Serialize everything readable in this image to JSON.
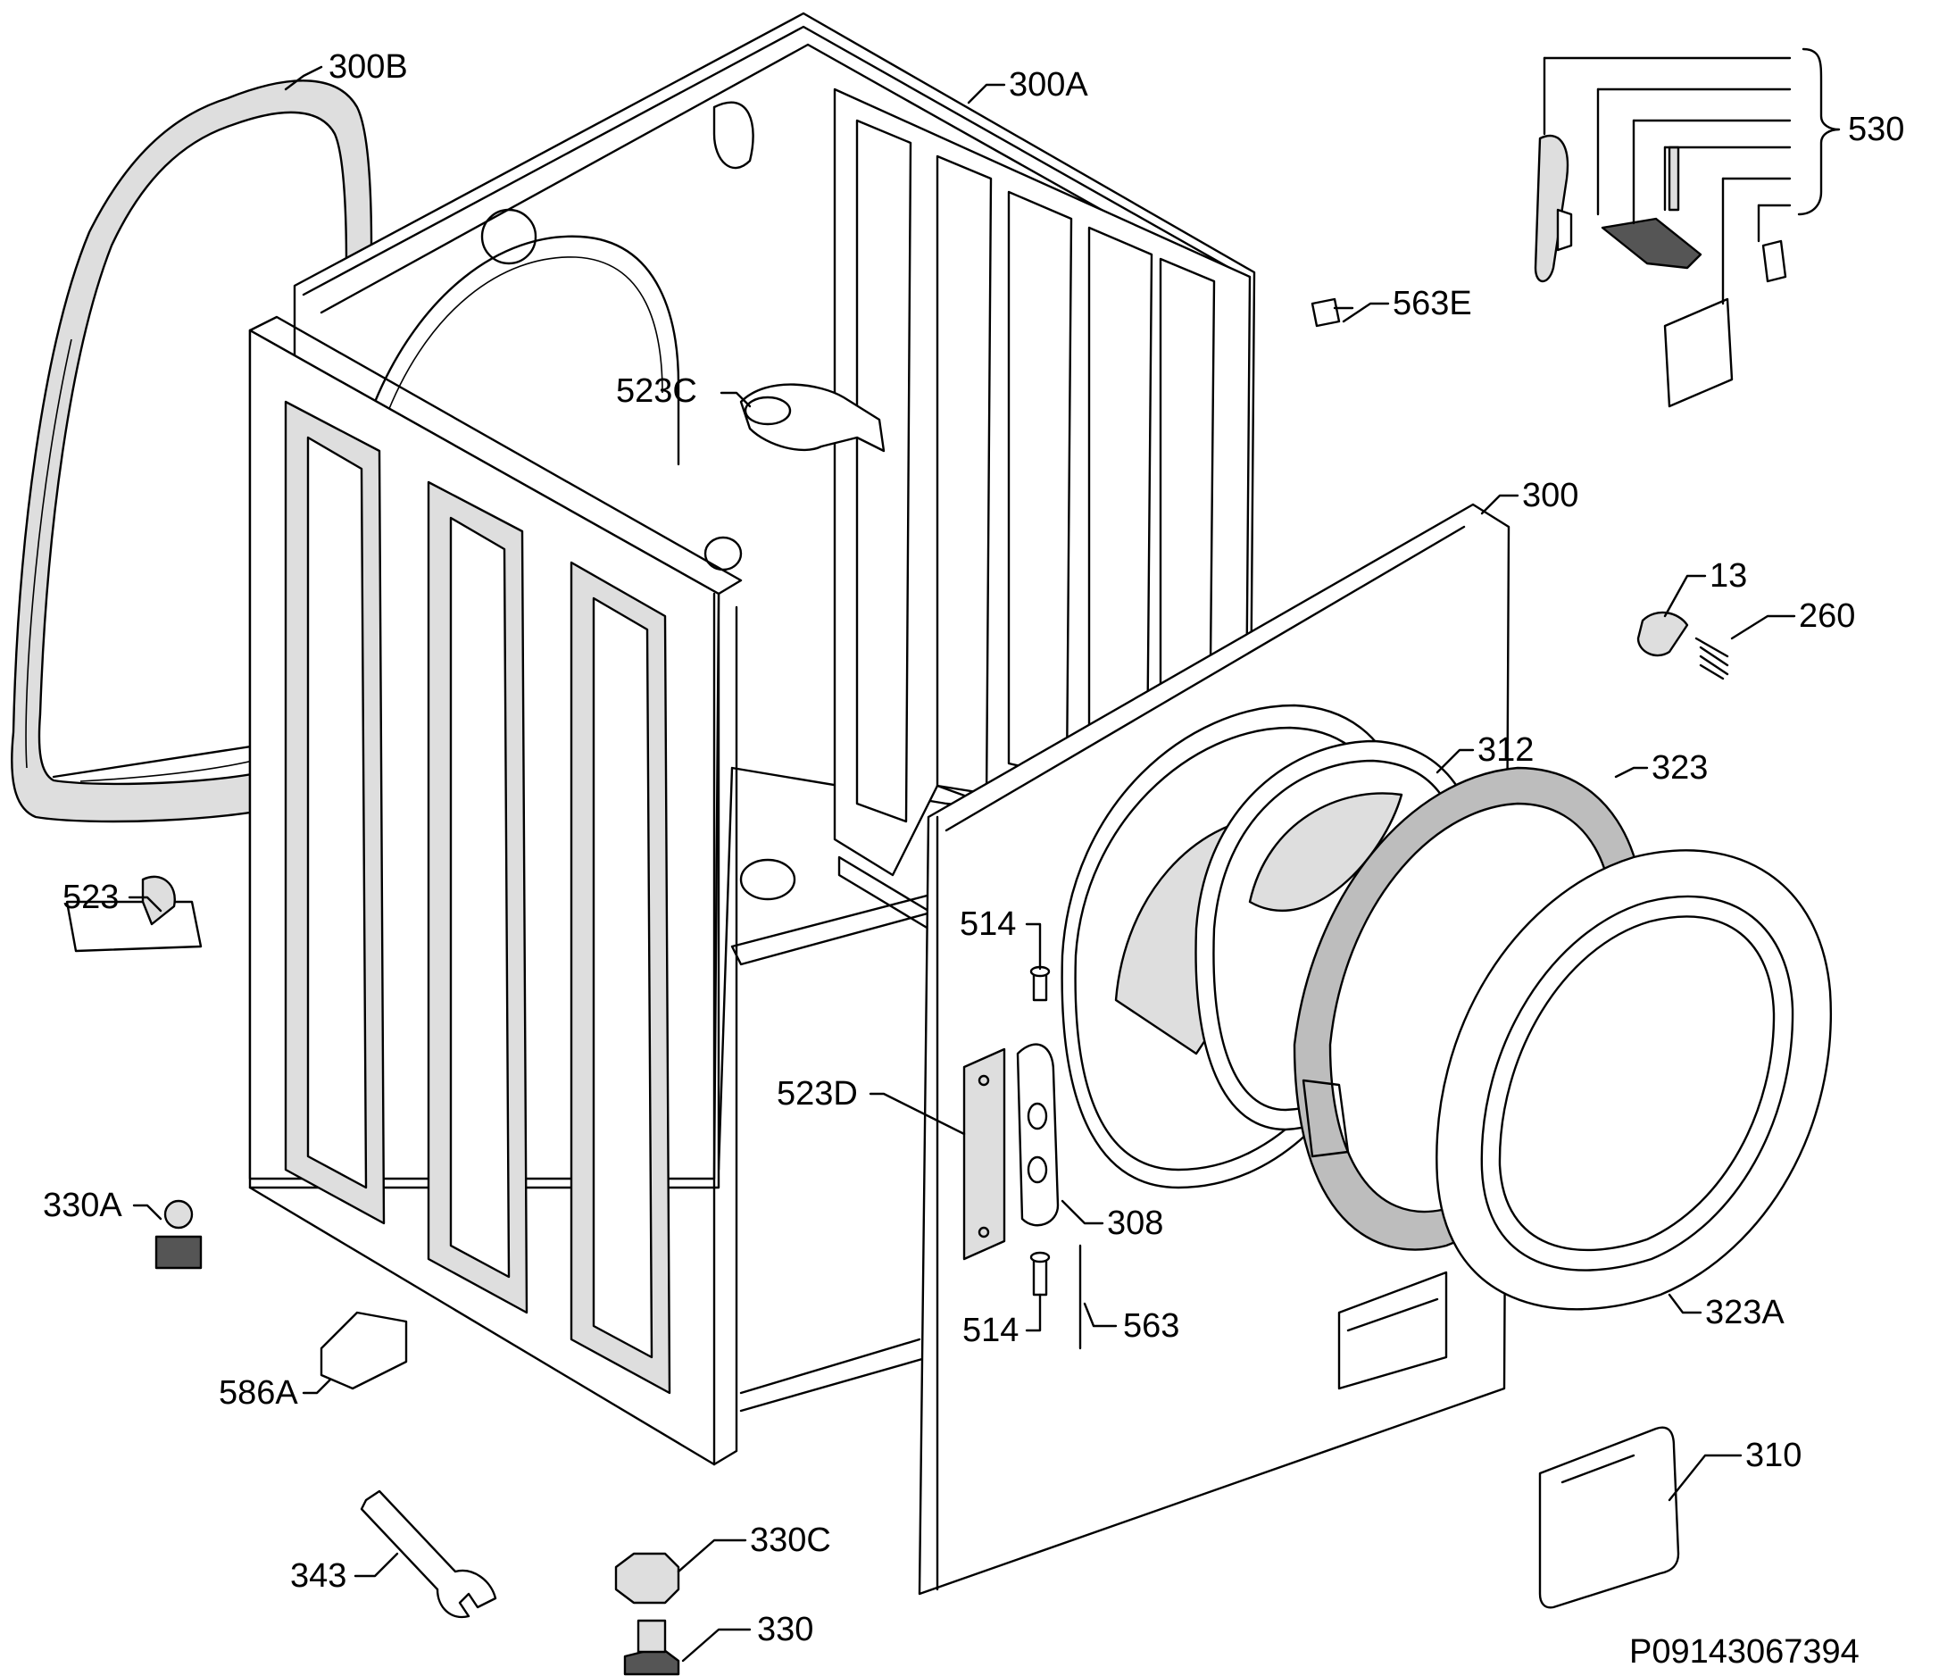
{
  "diagram": {
    "labels": {
      "p300B": "300B",
      "p300A": "300A",
      "p530": "530",
      "p563E": "563E",
      "p523C": "523C",
      "p300": "300",
      "p13": "13",
      "p260": "260",
      "p312": "312",
      "p323": "323",
      "p523": "523",
      "p514_top": "514",
      "p523D": "523D",
      "p308": "308",
      "p330A": "330A",
      "p514_bottom": "514",
      "p563": "563",
      "p323A": "323A",
      "p586A": "586A",
      "p310": "310",
      "p343": "343",
      "p330C": "330C",
      "p330": "330"
    },
    "code": "P09143067394"
  }
}
